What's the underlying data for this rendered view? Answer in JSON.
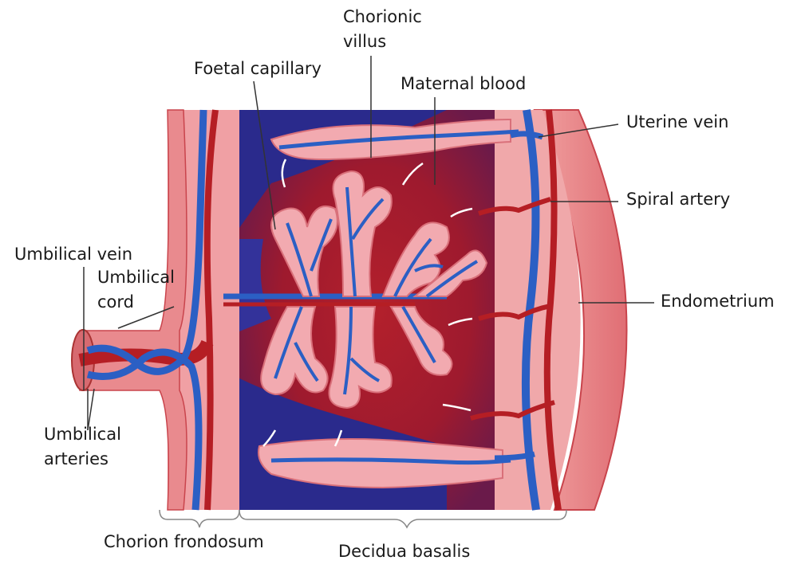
{
  "labels": {
    "chorionic_villus_l1": "Chorionic",
    "chorionic_villus_l2": "villus",
    "foetal_capillary": "Foetal capillary",
    "maternal_blood": "Maternal blood",
    "uterine_vein": "Uterine vein",
    "spiral_artery": "Spiral artery",
    "umbilical_vein": "Umbilical vein",
    "umbilical_cord_l1": "Umbilical",
    "umbilical_cord_l2": "cord",
    "endometrium": "Endometrium",
    "umbilical_arteries_l1": "Umbilical",
    "umbilical_arteries_l2": "arteries",
    "chorion_frondosum": "Chorion frondosum",
    "decidua_basalis": "Decidua basalis"
  },
  "colors": {
    "maternal_blood": "#b5202a",
    "vein_blue": "#2b5fc4",
    "artery_red": "#b51e24",
    "tissue_pink": "#eb8e8e",
    "villus_pink": "#f2aab0",
    "deep_blue_region": "#2a2a8c"
  }
}
